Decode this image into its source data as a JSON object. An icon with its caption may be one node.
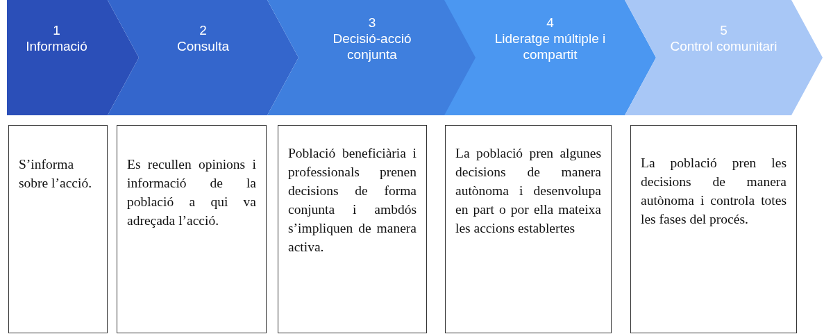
{
  "diagram": {
    "nodes": [
      {
        "text": [
          "1",
          "Informació"
        ]
      },
      {
        "text": [
          "2",
          "Consulta"
        ]
      },
      {
        "text": [
          "3",
          "Decisió-acció conjunta"
        ]
      },
      {
        "text": [
          "4",
          "Lideratge múltiple i compartit"
        ]
      },
      {
        "text": [
          "5",
          "Control comunitari"
        ]
      },
      {
        "text": [
          "S’informa sobre l’acció."
        ]
      },
      {
        "text": [
          "Es recullen opinions i informació de la població a qui va adreçada l’acció."
        ]
      },
      {
        "text": [
          "Població beneficiària i professionals prenen decisions de forma conjunta i ambdós s’impliquen de manera activa."
        ]
      },
      {
        "text": [
          "La població pren algunes decisions de manera autònoma i desenvolupa en part o por ella mateixa les accions establertes"
        ]
      },
      {
        "text": [
          "La població pren les decisions de manera autònoma i controla totes les fases del procés."
        ]
      }
    ]
  }
}
